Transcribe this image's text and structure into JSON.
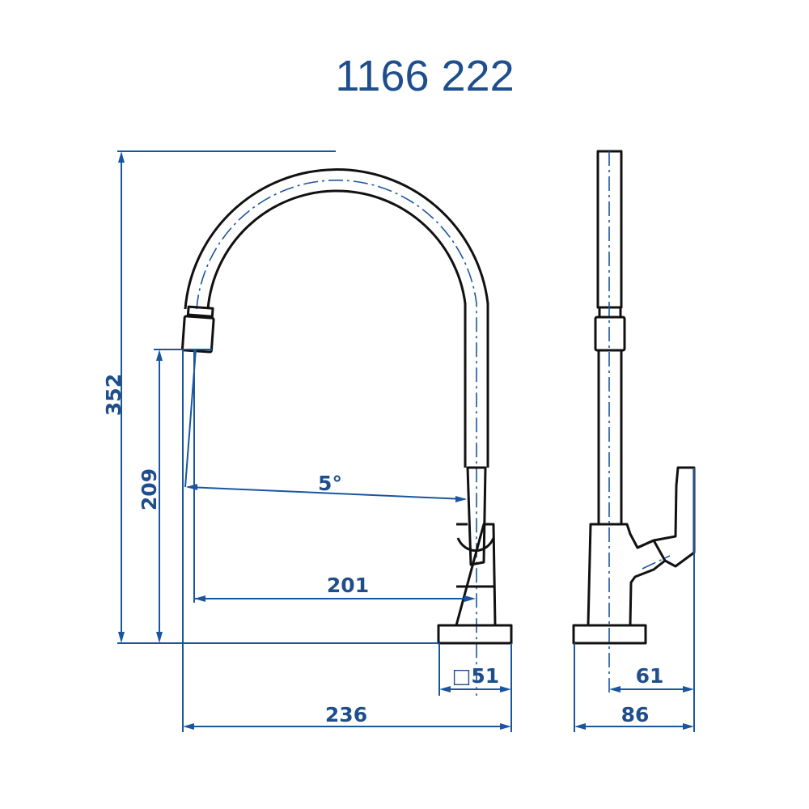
{
  "title": "1166 222",
  "dimensions": {
    "total_height": "352",
    "spout_height": "209",
    "angle": "5°",
    "reach": "201",
    "total_length": "236",
    "base_square": "□51",
    "side_handle": "61",
    "side_depth": "86"
  },
  "colors": {
    "dimension": "#1a56a0",
    "title": "#1f4e8c",
    "outline": "#111111"
  }
}
